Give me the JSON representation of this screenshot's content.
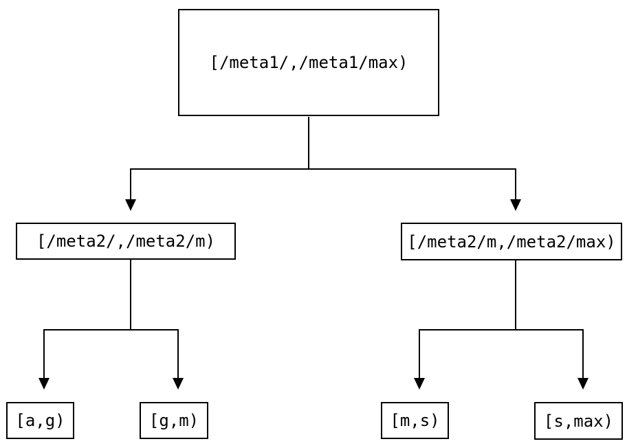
{
  "diagram": {
    "type": "tree",
    "description": "Key-range partition tree",
    "colors": {
      "background": "#ffffff",
      "box_border": "#000000",
      "line": "#000000",
      "text": "#000000"
    },
    "nodes": {
      "root": {
        "label": "[/meta1/,/meta1/max)"
      },
      "mid_left": {
        "label": "[/meta2/,/meta2/m)"
      },
      "mid_right": {
        "label": "[/meta2/m,/meta2/max)"
      },
      "leaf_ag": {
        "label": "[a,g)"
      },
      "leaf_gm": {
        "label": "[g,m)"
      },
      "leaf_ms": {
        "label": "[m,s)"
      },
      "leaf_smax": {
        "label": "[s,max)"
      }
    },
    "edges": [
      {
        "from": "root",
        "to": "mid_left"
      },
      {
        "from": "root",
        "to": "mid_right"
      },
      {
        "from": "mid_left",
        "to": "leaf_ag"
      },
      {
        "from": "mid_left",
        "to": "leaf_gm"
      },
      {
        "from": "mid_right",
        "to": "leaf_ms"
      },
      {
        "from": "mid_right",
        "to": "leaf_smax"
      }
    ]
  }
}
